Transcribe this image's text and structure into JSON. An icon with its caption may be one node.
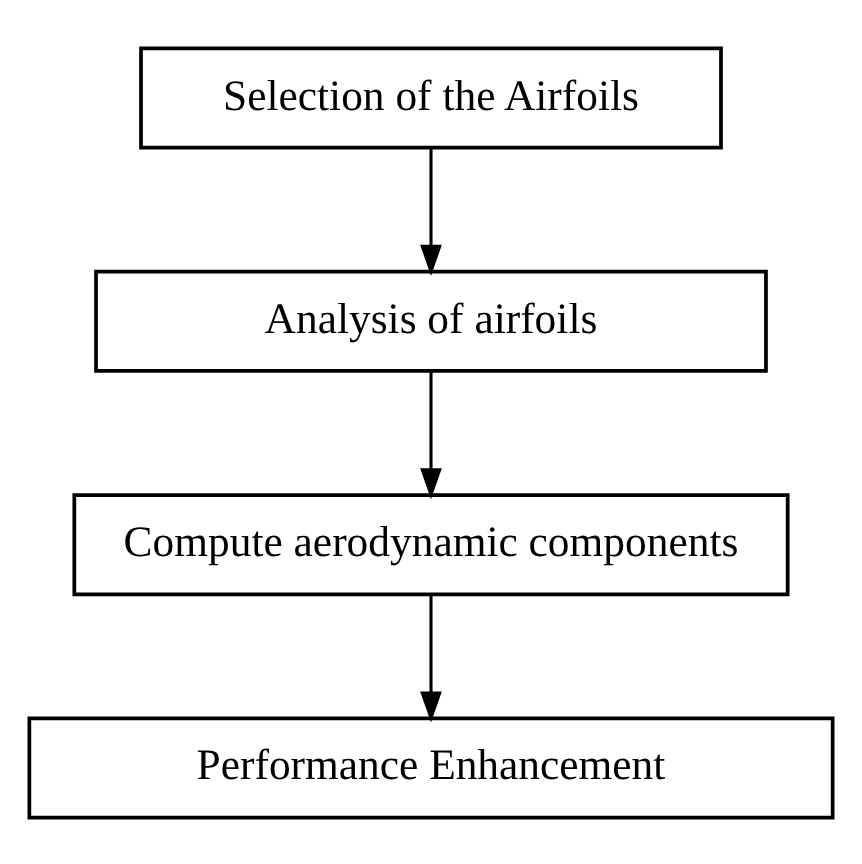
{
  "diagram": {
    "nodes": [
      {
        "text": [
          "Selection of the Airfoils"
        ]
      },
      {
        "text": [
          "Analysis of airfoils"
        ]
      },
      {
        "text": [
          "Compute aerodynamic components"
        ]
      },
      {
        "text": [
          "Performance Enhancement"
        ]
      }
    ],
    "edges": [
      {
        "from": 0,
        "to": 1,
        "arrow": "to"
      },
      {
        "from": 1,
        "to": 2,
        "arrow": "to"
      },
      {
        "from": 2,
        "to": 3,
        "arrow": "to"
      }
    ]
  }
}
